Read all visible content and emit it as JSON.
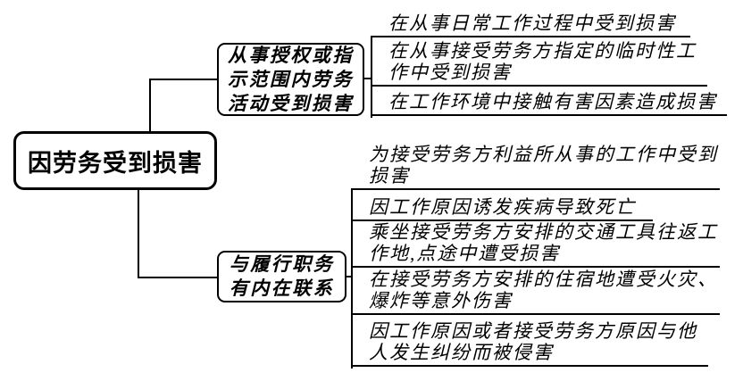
{
  "title": "因劳务受到损害思维导图",
  "colors": {
    "line": "#000000",
    "background": "#ffffff",
    "text": "#000000"
  },
  "root": {
    "label": "因劳务受到损害"
  },
  "branches": [
    {
      "label": "从事授权或指\n示范围内劳务\n活动受到损害",
      "leaves": [
        "在从事日常工作过程中受到损害",
        "在从事接受劳务方指定的临时性工\n作中受到损害",
        "在工作环境中接触有害因素造成损害"
      ]
    },
    {
      "label": "与履行职务\n有内在联系",
      "leaves": [
        "为接受劳务方利益所从事的工作中受到\n损害",
        "因工作原因诱发疾病导致死亡",
        "乘坐接受劳务方安排的交通工具往返工\n作地,点途中遭受损害",
        "在接受劳务方安排的住宿地遭受火灾、\n爆炸等意外伤害",
        "因工作原因或者接受劳务方原因与他\n人发生纠纷而被侵害"
      ]
    }
  ]
}
